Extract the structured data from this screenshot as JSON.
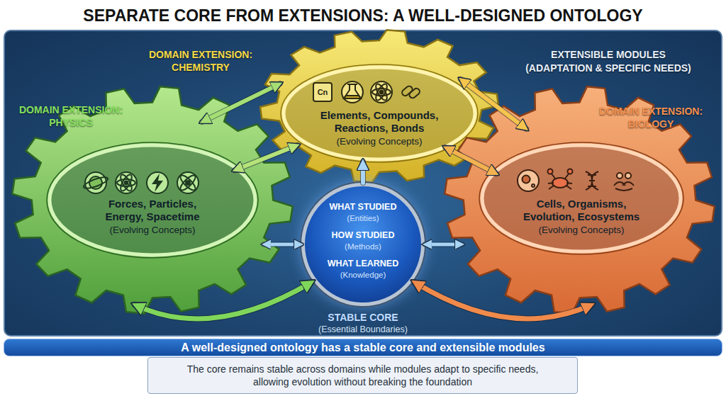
{
  "diagram": {
    "title": "SEPARATE CORE FROM EXTENSIONS: A WELL-DESIGNED ONTOLOGY",
    "nodes": [
      {
        "text": [
          "DOMAIN EXTENSION: PHYSICS",
          "Forces, Particles, Energy, Spacetime",
          "(Evolving Concepts)"
        ]
      },
      {
        "text": [
          "DOMAIN EXTENSION: CHEMISTRY",
          "Elements, Compounds, Reactions, Bonds",
          "(Evolving Concepts)"
        ]
      },
      {
        "text": [
          "DOMAIN EXTENSION: BIOLOGY",
          "Cells, Organisms, Evolution, Ecosystems",
          "(Evolving Concepts)"
        ]
      },
      {
        "text": [
          "WHAT STUDIED",
          "(Entities)",
          "HOW STUDIED",
          "(Methods)",
          "WHAT LEARNED",
          "(Knowledge)",
          "STABLE CORE",
          "(Essential Boundaries)"
        ]
      },
      {
        "text": [
          "A well-designed ontology has a stable core and extensible modules"
        ]
      }
    ],
    "edges": [
      {
        "from": 0,
        "to": 1,
        "arrow": "both"
      },
      {
        "from": 0,
        "to": 1,
        "arrow": "both"
      },
      {
        "from": 1,
        "to": 2,
        "arrow": "both"
      },
      {
        "from": 1,
        "to": 2,
        "arrow": "both"
      },
      {
        "from": 3,
        "to": 1,
        "arrow": "to"
      },
      {
        "from": 0,
        "to": 3,
        "arrow": "both"
      },
      {
        "from": 0,
        "to": 3,
        "arrow": "both"
      },
      {
        "from": 3,
        "to": 2,
        "arrow": "both"
      },
      {
        "from": 2,
        "to": 3,
        "arrow": "both"
      }
    ],
    "labels": [
      "EXTENSIBLE MODULES (ADAPTATION & SPECIFIC NEEDS)",
      "Cn"
    ],
    "caption": "The core remains stable across domains while modules adapt to specific needs, allowing evolution without breaking the foundation"
  }
}
